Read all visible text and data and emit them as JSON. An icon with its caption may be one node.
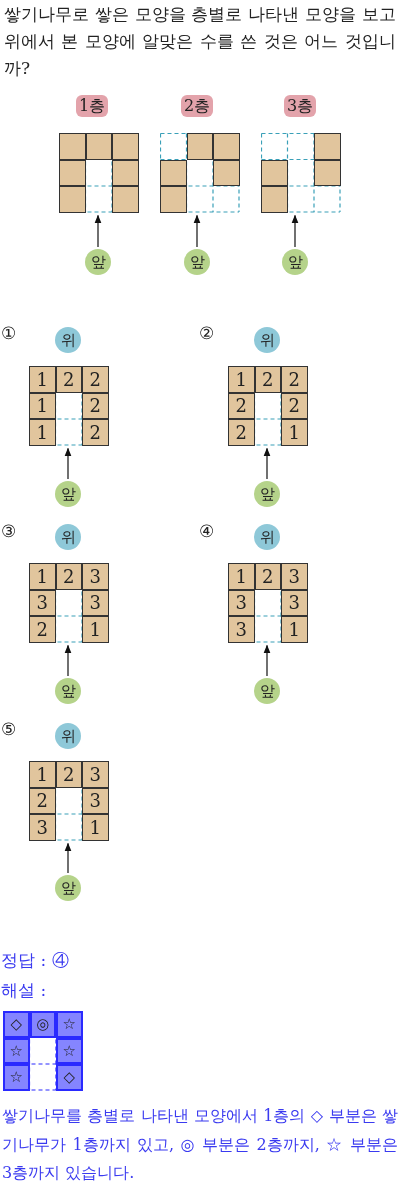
{
  "diagram": {
    "nodes": [
      {
        "text": [
          "1층"
        ]
      },
      {
        "text": [
          "2층"
        ]
      },
      {
        "text": [
          "3층"
        ]
      },
      {
        "text": [],
        "shape": "grid"
      },
      {
        "text": [],
        "shape": "box",
        "in": 3
      },
      {
        "text": [],
        "shape": "box",
        "in": 3
      },
      {
        "text": [],
        "shape": "box",
        "in": 3
      },
      {
        "text": [],
        "shape": "box",
        "in": 3
      },
      {
        "text": [],
        "shape": "box",
        "in": 3
      },
      {
        "text": [],
        "shape": "box",
        "in": 3
      },
      {
        "text": [],
        "shape": "box",
        "in": 3
      },
      {
        "text": [],
        "shape": "grid"
      },
      {
        "text": [],
        "shape": "box",
        "in": 11
      },
      {
        "text": [],
        "shape": "box",
        "in": 11
      },
      {
        "text": [],
        "shape": "box",
        "in": 11
      },
      {
        "text": [],
        "shape": "box",
        "in": 11
      },
      {
        "text": [],
        "shape": "box",
        "in": 11
      },
      {
        "text": [],
        "shape": "grid"
      },
      {
        "text": [],
        "shape": "box",
        "in": 17
      },
      {
        "text": [],
        "shape": "box",
        "in": 17
      },
      {
        "text": [],
        "shape": "box",
        "in": 17
      },
      {
        "text": [],
        "shape": "box",
        "in": 17
      },
      {
        "text": [
          "앞"
        ]
      },
      {
        "text": [
          "앞"
        ]
      },
      {
        "text": [
          "앞"
        ]
      },
      {
        "text": [
          "위"
        ]
      },
      {
        "text": [],
        "shape": "grid"
      },
      {
        "text": [
          "1"
        ],
        "in": 26
      },
      {
        "text": [
          "2"
        ],
        "in": 26
      },
      {
        "text": [
          "2"
        ],
        "in": 26
      },
      {
        "text": [
          "1"
        ],
        "in": 26
      },
      {
        "text": [
          "2"
        ],
        "in": 26
      },
      {
        "text": [
          "1"
        ],
        "in": 26
      },
      {
        "text": [
          "2"
        ],
        "in": 26
      },
      {
        "text": [
          "앞"
        ]
      },
      {
        "text": [
          "위"
        ]
      },
      {
        "text": [],
        "shape": "grid"
      },
      {
        "text": [
          "1"
        ],
        "in": 36
      },
      {
        "text": [
          "2"
        ],
        "in": 36
      },
      {
        "text": [
          "2"
        ],
        "in": 36
      },
      {
        "text": [
          "2"
        ],
        "in": 36
      },
      {
        "text": [
          "2"
        ],
        "in": 36
      },
      {
        "text": [
          "2"
        ],
        "in": 36
      },
      {
        "text": [
          "1"
        ],
        "in": 36
      },
      {
        "text": [
          "앞"
        ]
      },
      {
        "text": [
          "위"
        ]
      },
      {
        "text": [],
        "shape": "grid"
      },
      {
        "text": [
          "1"
        ],
        "in": 46
      },
      {
        "text": [
          "2"
        ],
        "in": 46
      },
      {
        "text": [
          "3"
        ],
        "in": 46
      },
      {
        "text": [
          "3"
        ],
        "in": 46
      },
      {
        "text": [
          "3"
        ],
        "in": 46
      },
      {
        "text": [
          "2"
        ],
        "in": 46
      },
      {
        "text": [
          "1"
        ],
        "in": 46
      },
      {
        "text": [
          "앞"
        ]
      },
      {
        "text": [
          "위"
        ]
      },
      {
        "text": [],
        "shape": "grid"
      },
      {
        "text": [
          "1"
        ],
        "in": 56
      },
      {
        "text": [
          "2"
        ],
        "in": 56
      },
      {
        "text": [
          "3"
        ],
        "in": 56
      },
      {
        "text": [
          "3"
        ],
        "in": 56
      },
      {
        "text": [
          "3"
        ],
        "in": 56
      },
      {
        "text": [
          "3"
        ],
        "in": 56
      },
      {
        "text": [
          "1"
        ],
        "in": 56
      },
      {
        "text": [
          "앞"
        ]
      },
      {
        "text": [
          "위"
        ]
      },
      {
        "text": [],
        "shape": "grid"
      },
      {
        "text": [
          "1"
        ],
        "in": 66
      },
      {
        "text": [
          "2"
        ],
        "in": 66
      },
      {
        "text": [
          "3"
        ],
        "in": 66
      },
      {
        "text": [
          "2"
        ],
        "in": 66
      },
      {
        "text": [
          "3"
        ],
        "in": 66
      },
      {
        "text": [
          "3"
        ],
        "in": 66
      },
      {
        "text": [
          "1"
        ],
        "in": 66
      },
      {
        "text": [
          "앞"
        ]
      },
      {
        "text": [],
        "shape": "grid"
      },
      {
        "text": [
          "◇"
        ],
        "in": 75
      },
      {
        "text": [
          "◎"
        ],
        "in": 75
      },
      {
        "text": [
          "☆"
        ],
        "in": 75
      },
      {
        "text": [
          "☆"
        ],
        "in": 75
      },
      {
        "text": [
          "☆"
        ],
        "in": 75
      },
      {
        "text": [
          "☆"
        ],
        "in": 75
      },
      {
        "text": [
          "◇"
        ],
        "in": 75
      }
    ],
    "edges": [
      {
        "from": 22,
        "to": 3,
        "arrow": "to"
      },
      {
        "from": 23,
        "to": 11,
        "arrow": "to"
      },
      {
        "from": 24,
        "to": 17,
        "arrow": "to"
      },
      {
        "from": 34,
        "to": 26,
        "arrow": "to"
      },
      {
        "from": 44,
        "to": 36,
        "arrow": "to"
      },
      {
        "from": 54,
        "to": 46,
        "arrow": "to"
      },
      {
        "from": 64,
        "to": 56,
        "arrow": "to"
      },
      {
        "from": 74,
        "to": 66,
        "arrow": "to"
      }
    ],
    "labels": [
      "쌓기나무로 쌓은 모양을 층별로 나타낸 모양을 보고 위에서 본 모양에 알맞은 수를 쓴 것은 어느 것입니까?",
      "①",
      "②",
      "③",
      "④",
      "⑤",
      "정답 : ④",
      "해설 :",
      "쌓기나무를 층별로 나타낸 모양에서 1층의 ◇ 부분은 쌓기나무가 1층까지 있고, ◎ 부분은 2층까지, ☆ 부분은 3층까지 있습니다."
    ]
  }
}
